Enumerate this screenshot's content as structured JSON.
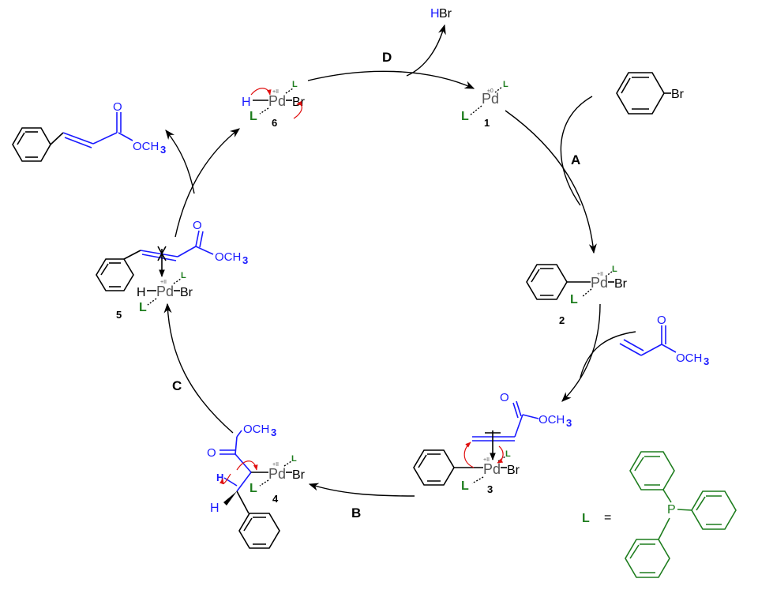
{
  "steps": {
    "A": "A",
    "B": "B",
    "C": "C",
    "D": "D"
  },
  "compounds": {
    "n1": "1",
    "n2": "2",
    "n3": "3",
    "n4": "4",
    "n5": "5",
    "n6": "6"
  },
  "atoms": {
    "pd": "Pd",
    "br": "Br",
    "h": "H",
    "o": "O",
    "och3": "OCH",
    "three": "3",
    "hbr_h": "H",
    "hbr_br": "Br",
    "p": "P"
  },
  "ligand": {
    "symbol": "L",
    "equals": "="
  },
  "oxidation": {
    "zero": "±0",
    "two": "+II"
  },
  "colors": {
    "reagent": "#1a1aff",
    "ligand": "#1e7d1e",
    "arrow": "#e01010",
    "text": "#000000"
  }
}
